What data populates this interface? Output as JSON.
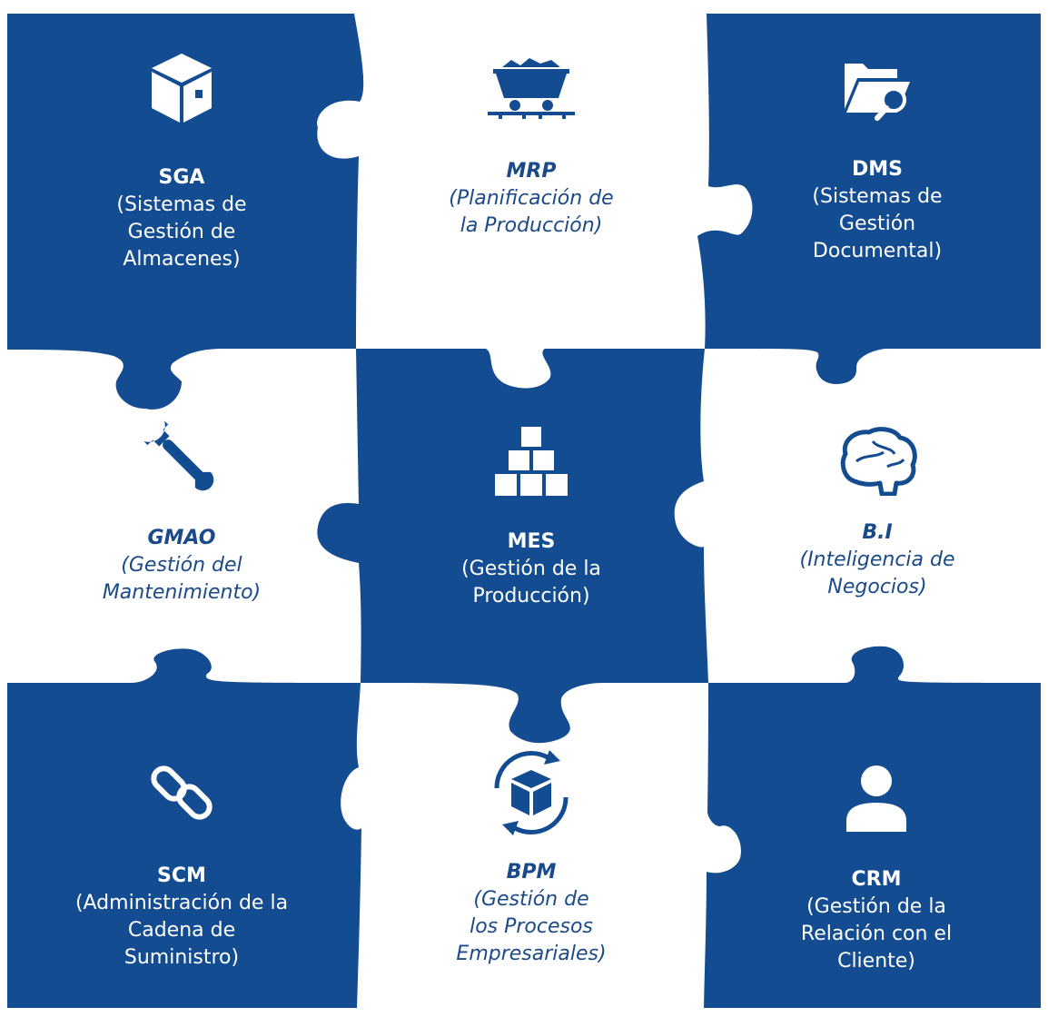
{
  "colors": {
    "piece_blue": "#144c92",
    "light_text": "#1a4a8a",
    "background": "#ffffff"
  },
  "pieces": [
    {
      "key": "sga",
      "title": "SGA",
      "description": "(Sistemas de\nGestión de\nAlmacenes)",
      "icon": "box-icon"
    },
    {
      "key": "mrp",
      "title": "MRP",
      "description": "(Planificación de\nla Producción)",
      "icon": "mine-cart-icon"
    },
    {
      "key": "dms",
      "title": "DMS",
      "description": "(Sistemas de\nGestión\nDocumental)",
      "icon": "folder-search-icon"
    },
    {
      "key": "gmao",
      "title": "GMAO",
      "description": "(Gestión del\nMantenimiento)",
      "icon": "wrench-icon"
    },
    {
      "key": "mes",
      "title": "MES",
      "description": "(Gestión de la\nProducción)",
      "icon": "stacked-boxes-icon"
    },
    {
      "key": "bi",
      "title": "B.I",
      "description": "(Inteligencia de\nNegocios)",
      "icon": "brain-icon"
    },
    {
      "key": "scm",
      "title": "SCM",
      "description": "(Administración de la\nCadena de\nSuministro)",
      "icon": "chain-link-icon"
    },
    {
      "key": "bpm",
      "title": "BPM",
      "description": "(Gestión de\nlos Procesos\nEmpresariales)",
      "icon": "box-cycle-icon"
    },
    {
      "key": "crm",
      "title": "CRM",
      "description": "(Gestión de la\nRelación con el\nCliente)",
      "icon": "user-icon"
    }
  ]
}
